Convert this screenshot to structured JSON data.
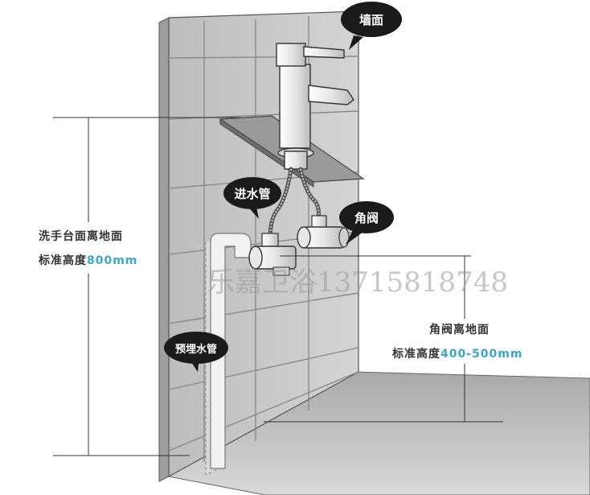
{
  "labels": {
    "wall": "墙面",
    "inlet_pipe": "进水管",
    "angle_valve": "角阀",
    "embedded_pipe": "预埋水管"
  },
  "annotations": {
    "basin_height_line1": "洗手台面离地面",
    "basin_height_prefix": "标准高度",
    "basin_height_value": "800mm",
    "valve_height_line1": "角阀离地面",
    "valve_height_prefix": "标准高度",
    "valve_height_value": "400-500mm"
  },
  "watermark": "乐嘉卫浴13715818748",
  "colors": {
    "accent": "#3aa7c9",
    "bubble": "#1a1a1a",
    "wall": "#c9c9c9",
    "grout": "#8a8a8a"
  }
}
